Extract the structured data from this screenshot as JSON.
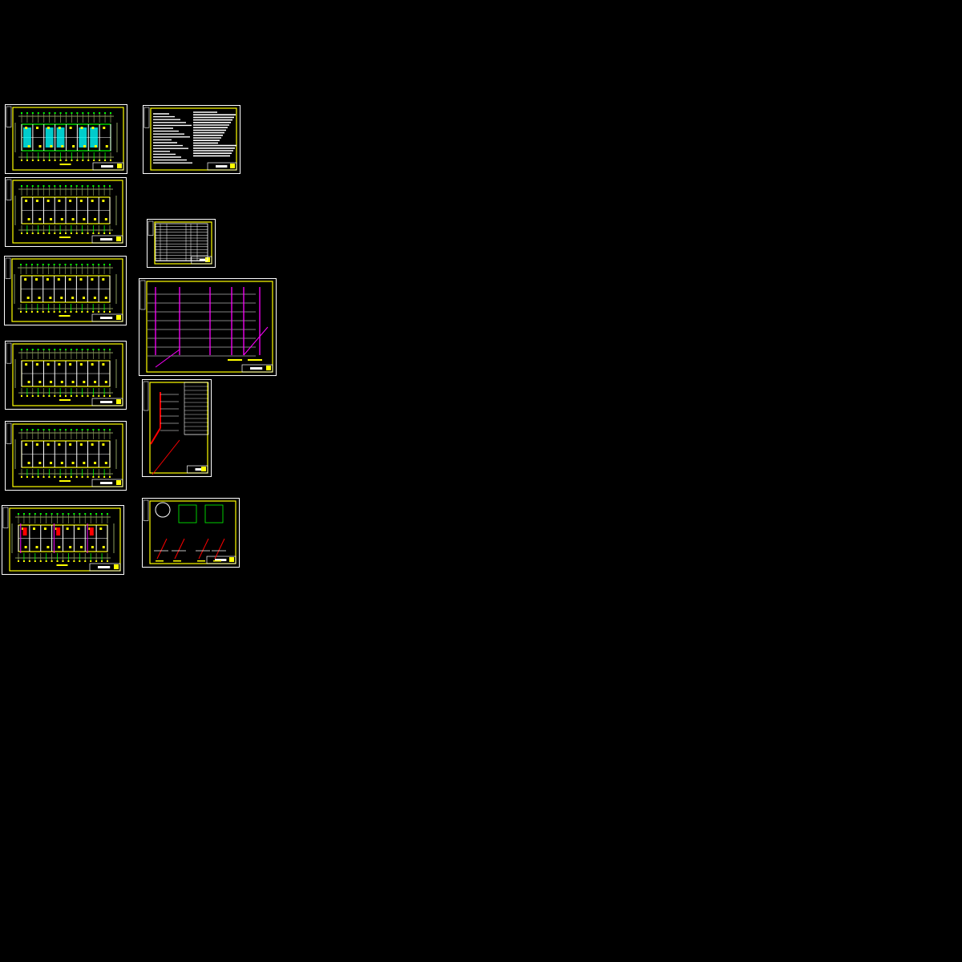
{
  "canvas": {
    "background": "#000000"
  },
  "colors": {
    "frame": "#ffffff",
    "border": "#ffff00",
    "grid": "#8a9a5b",
    "wall": "#ffffff",
    "fixture": "#ffff00",
    "room": "#00ffff",
    "green": "#00ff00",
    "pipe_magenta": "#ff00ff",
    "pipe_red": "#ff0000"
  },
  "sheets": [
    {
      "id": "s1",
      "kind": "floor-plan",
      "accent": "room"
    },
    {
      "id": "s2",
      "kind": "floor-plan",
      "accent": "fixture"
    },
    {
      "id": "s3",
      "kind": "floor-plan",
      "accent": "fixture"
    },
    {
      "id": "s4",
      "kind": "floor-plan",
      "accent": "wall"
    },
    {
      "id": "s5",
      "kind": "floor-plan",
      "accent": "fixture"
    },
    {
      "id": "s6",
      "kind": "floor-plan",
      "accent": "pipe_red"
    },
    {
      "id": "s7",
      "kind": "notes"
    },
    {
      "id": "s8",
      "kind": "table"
    },
    {
      "id": "s9",
      "kind": "riser-diagram"
    },
    {
      "id": "s10",
      "kind": "system-diagram"
    },
    {
      "id": "s11",
      "kind": "details"
    }
  ]
}
